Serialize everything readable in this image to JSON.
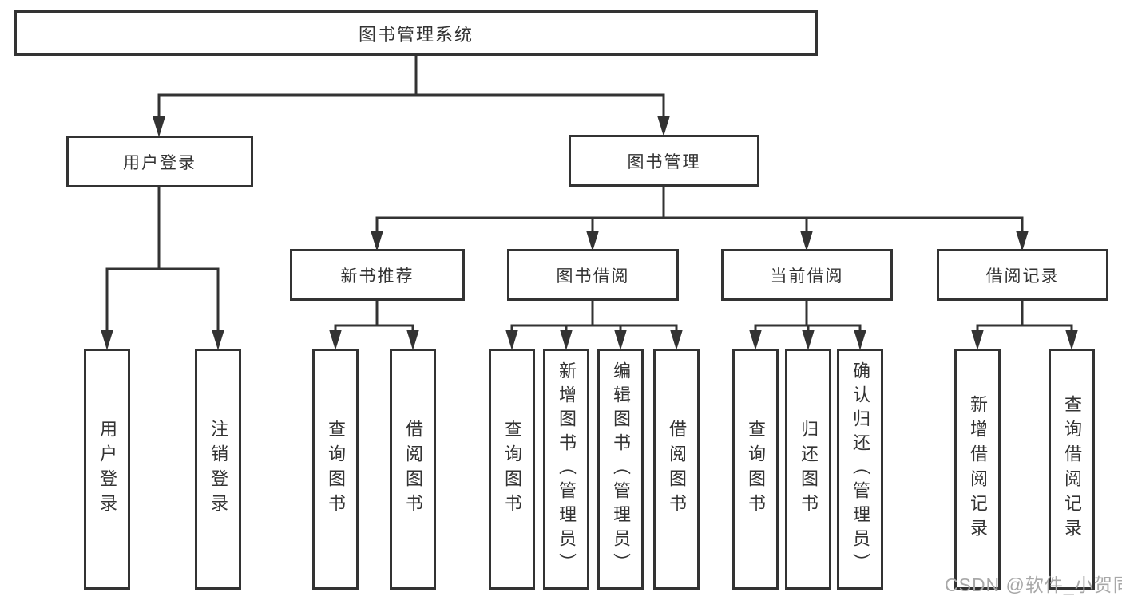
{
  "diagram_type": "hierarchy-tree",
  "colors": {
    "background": "#ffffff",
    "line": "#333333",
    "box_border": "#333333",
    "text": "#333333",
    "watermark_text": "#a8a8a8"
  },
  "tree": {
    "label": "图书管理系统",
    "children": [
      {
        "label": "用户登录",
        "children": [
          {
            "label": "用户登录"
          },
          {
            "label": "注销登录"
          }
        ]
      },
      {
        "label": "图书管理",
        "children": [
          {
            "label": "新书推荐",
            "children": [
              {
                "label": "查询图书"
              },
              {
                "label": "借阅图书"
              }
            ]
          },
          {
            "label": "图书借阅",
            "children": [
              {
                "label": "查询图书"
              },
              {
                "label": "新增图书（管理员）"
              },
              {
                "label": "编辑图书（管理员）"
              },
              {
                "label": "借阅图书"
              }
            ]
          },
          {
            "label": "当前借阅",
            "children": [
              {
                "label": "查询图书"
              },
              {
                "label": "归还图书"
              },
              {
                "label": "确认归还（管理员）"
              }
            ]
          },
          {
            "label": "借阅记录",
            "children": [
              {
                "label": "新增借阅记录"
              },
              {
                "label": "查询借阅记录"
              }
            ]
          }
        ]
      }
    ]
  },
  "watermark": {
    "text": "CSDN @软件_小贺同学"
  }
}
